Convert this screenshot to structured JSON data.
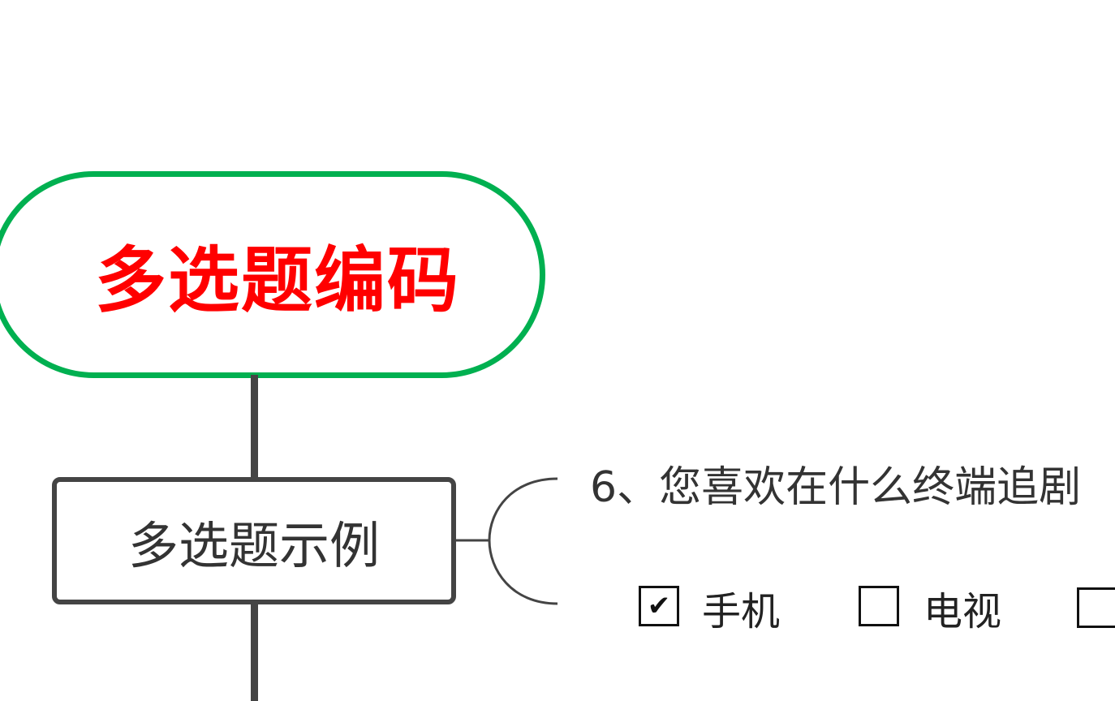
{
  "root": {
    "label": "多选题编码",
    "border_color": "#00b050",
    "text_color": "#ff0000"
  },
  "child": {
    "label": "多选题示例"
  },
  "question": {
    "text": "6、您喜欢在什么终端追剧"
  },
  "options": [
    {
      "label": "手机",
      "checked": true
    },
    {
      "label": "电视",
      "checked": false
    },
    {
      "label": "",
      "checked": false
    }
  ]
}
